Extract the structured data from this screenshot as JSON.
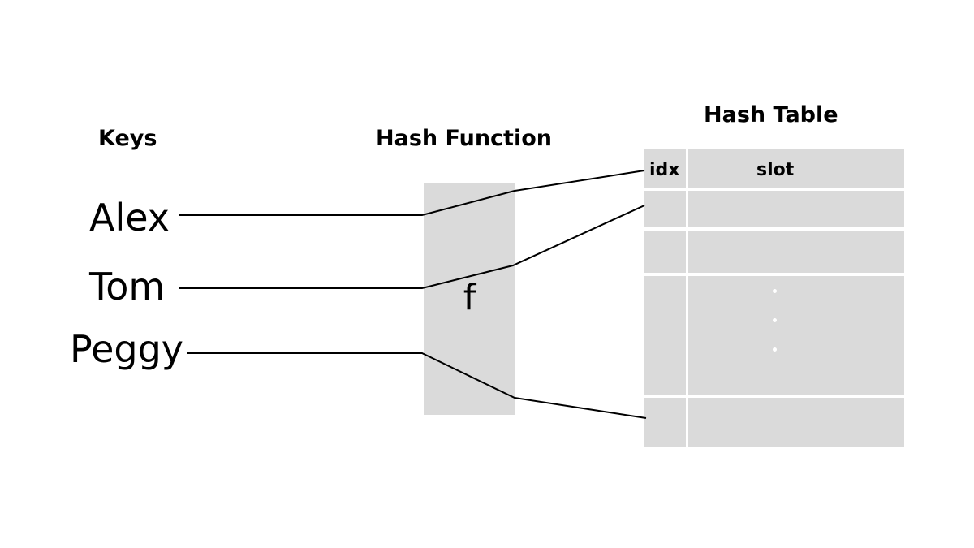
{
  "headings": {
    "keys": "Keys",
    "hash_function": "Hash Function",
    "hash_table": "Hash Table"
  },
  "keys": [
    "Alex",
    "Tom",
    "Peggy"
  ],
  "hash_function": {
    "symbol": "f"
  },
  "hash_table": {
    "columns": [
      "idx",
      "slot"
    ],
    "row_count_visible": 4,
    "ellipsis": "vertical-dots"
  },
  "mappings": [
    {
      "key": "Alex",
      "to_row": "header"
    },
    {
      "key": "Tom",
      "to_row": 1
    },
    {
      "key": "Peggy",
      "to_row": "last"
    }
  ],
  "colors": {
    "box_fill": "#dadada",
    "line": "#000000",
    "background": "#ffffff"
  }
}
